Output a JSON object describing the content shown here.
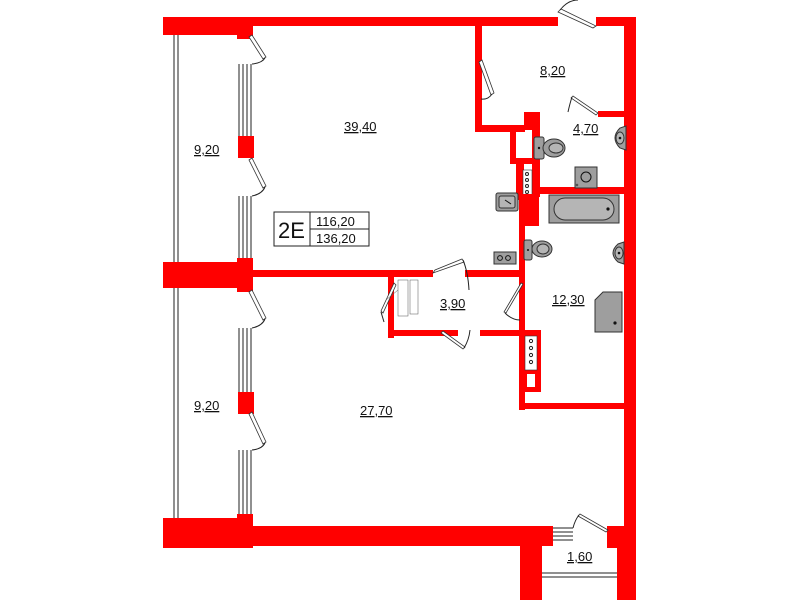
{
  "plan": {
    "colors": {
      "wall": "#ff0000",
      "fixture": "#9e9e9e",
      "background": "#ffffff"
    },
    "apartment_badge": {
      "code": "2E",
      "living_area": "116,20",
      "total_area": "136,20"
    },
    "rooms": [
      {
        "id": "living-room",
        "area": "39,40"
      },
      {
        "id": "hallway",
        "area": "8,20"
      },
      {
        "id": "wc",
        "area": "4,70"
      },
      {
        "id": "balcony-top",
        "area": "9,20"
      },
      {
        "id": "balcony-bottom",
        "area": "9,20"
      },
      {
        "id": "closet",
        "area": "3,90"
      },
      {
        "id": "bathroom",
        "area": "12,30"
      },
      {
        "id": "bedroom",
        "area": "27,70"
      },
      {
        "id": "entry-balcony",
        "area": "1,60"
      }
    ]
  }
}
